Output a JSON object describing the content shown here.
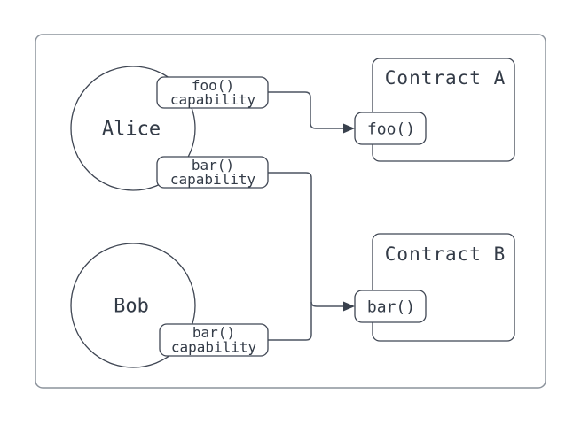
{
  "diagram": {
    "actors": [
      {
        "name": "Alice",
        "capabilities": [
          {
            "function": "foo()",
            "kind": "capability"
          },
          {
            "function": "bar()",
            "kind": "capability"
          }
        ]
      },
      {
        "name": "Bob",
        "capabilities": [
          {
            "function": "bar()",
            "kind": "capability"
          }
        ]
      }
    ],
    "contracts": [
      {
        "title": "Contract A",
        "functions": [
          "foo()"
        ]
      },
      {
        "title": "Contract B",
        "functions": [
          "bar()"
        ]
      }
    ],
    "colors": {
      "node_stroke": "#3f4653",
      "connector": "#4c5461",
      "arrowhead": "#39414d",
      "frame_stroke": "#8c939c",
      "text": "#333b47",
      "background": "#ffffff"
    }
  }
}
